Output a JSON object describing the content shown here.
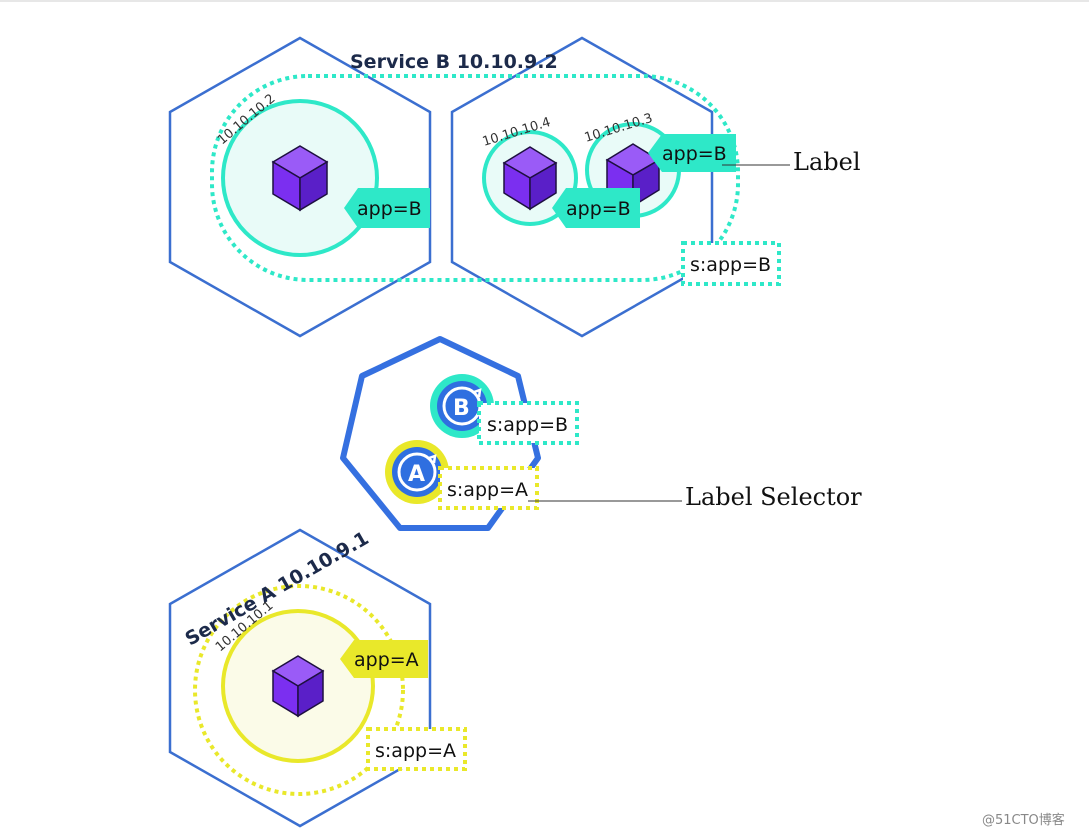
{
  "colors": {
    "node_border": "#3b6fd0",
    "teal": "#2ee8c8",
    "teal_fill": "#e9fbf8",
    "yellow": "#e9e82a",
    "yellow_fill": "#fbfbe8",
    "cube": "#7b2ff0",
    "cube_top": "#9a5bf7",
    "cube_side": "#5a1fc8",
    "selector_blue": "#3570e0"
  },
  "service_b": {
    "title": "Service B 10.10.9.2",
    "pod1_ip": "10.10.10.2",
    "pod1_label": "app=B",
    "pod2_ip": "10.10.10.4",
    "pod2_label": "app=B",
    "pod3_ip": "10.10.10.3",
    "pod3_label": "app=B",
    "selector": "s:app=B"
  },
  "callouts": {
    "label": "Label",
    "label_selector": "Label Selector"
  },
  "selector_node": {
    "badge_b": "B",
    "badge_a": "A",
    "selector_b": "s:app=B",
    "selector_a": "s:app=A"
  },
  "service_a": {
    "title": "Service A  10.10.9.1",
    "pod_ip": "10.10.10.1",
    "pod_label": "app=A",
    "selector": "s:app=A"
  },
  "watermark": "@51CTO博客"
}
